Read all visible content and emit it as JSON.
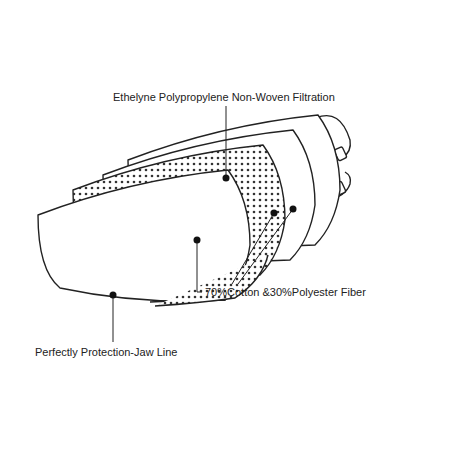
{
  "diagram": {
    "labels": [
      "Ethelyne Polypropylene Non-Woven Filtration",
      "70%Cotton &30%Polyester Fiber",
      "Perfectly Protection-Jaw Line"
    ]
  }
}
